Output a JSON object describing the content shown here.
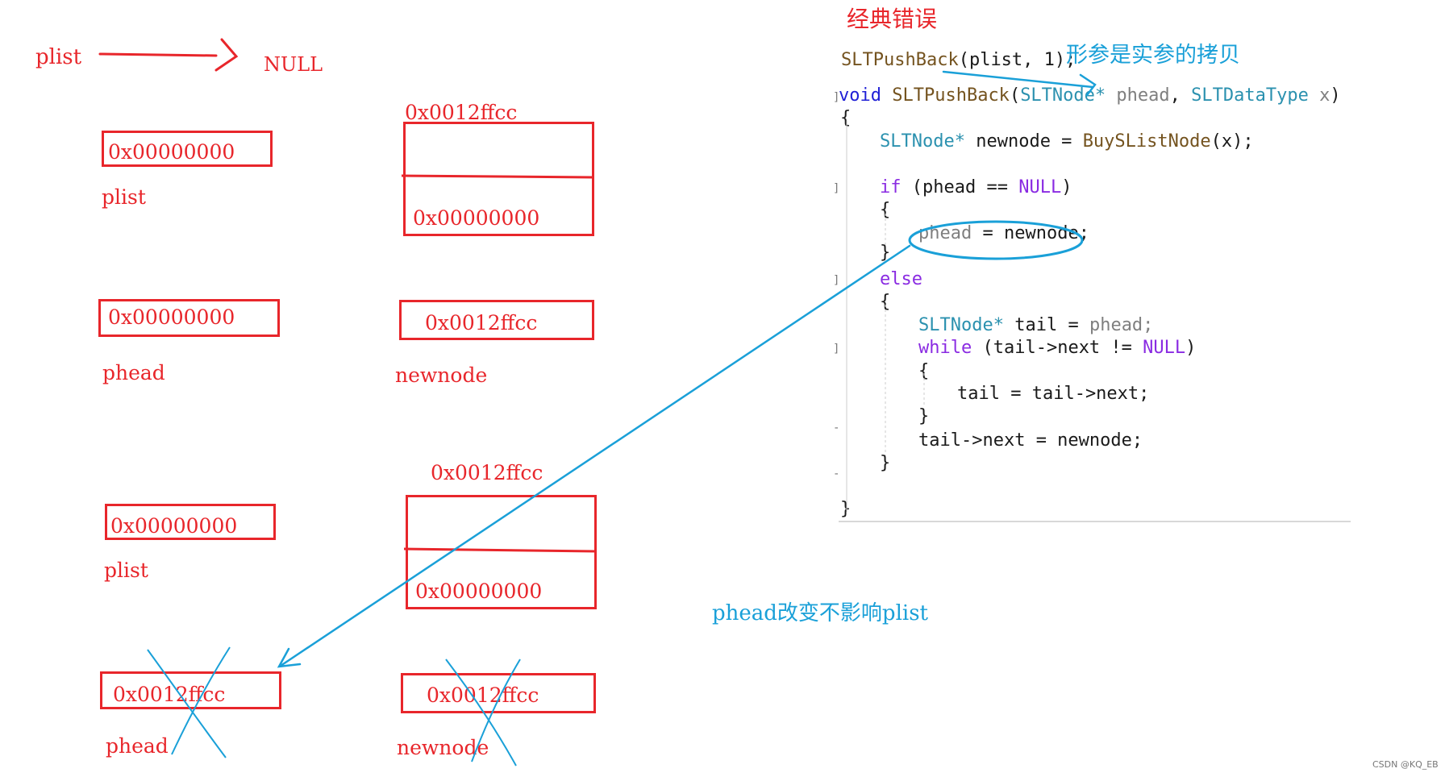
{
  "labels": {
    "plist_top": "plist",
    "null_top": "NULL",
    "plist_box1": "0x00000000",
    "plist_lbl1": "plist",
    "node_addr1": "0x0012ffcc",
    "node_next1": "0x00000000",
    "phead_box1": "0x00000000",
    "phead_lbl1": "phead",
    "newnode_box1": "0x0012ffcc",
    "newnode_lbl1": "newnode",
    "node_addr2": "0x0012ffcc",
    "node_next2": "0x00000000",
    "plist_box2": "0x00000000",
    "plist_lbl2": "plist",
    "phead_box2": "0x0012ffcc",
    "phead_lbl2": "phead",
    "newnode_box2": "0x0012ffcc",
    "newnode_lbl2": "newnode",
    "title": "经典错误",
    "copy_note": "形参是实参的拷贝",
    "effect_note": "phead改变不影响plist",
    "watermark": "CSDN @KQ_EB"
  },
  "code": {
    "call": {
      "fn": "SLTPushBack",
      "args": "(plist, 1);"
    },
    "sig": {
      "kw": "void",
      "fn": "SLTPushBack",
      "open": "(",
      "t1": "SLTNode*",
      "p1": "phead",
      "comma": ",",
      "t2": "SLTDataType",
      "p2": "x",
      "close": ")"
    },
    "lbrace1": "{",
    "decl": {
      "t": "SLTNode*",
      "v": "newnode =",
      "fn": "BuySListNode",
      "a": "(x);"
    },
    "if_line": {
      "kw": "if",
      "a": "(phead ==",
      "n": "NULL",
      "b": ")"
    },
    "lbrace2": "{",
    "assign": {
      "p": "phead",
      "rest": "= newnode;"
    },
    "rbrace2": "}",
    "else_kw": "else",
    "lbrace3": "{",
    "tail_decl": {
      "t": "SLTNode*",
      "v": "tail =",
      "p": "phead;"
    },
    "while_line": {
      "kw": "while",
      "a": "(tail->next !=",
      "n": "NULL",
      "b": ")"
    },
    "lbrace4": "{",
    "tail_step": "tail = tail->next;",
    "rbrace4": "}",
    "tail_link": "tail->next = newnode;",
    "rbrace3": "}",
    "rbrace1": "}"
  },
  "colors": {
    "red": "#e8262b",
    "blue": "#1aa0d8"
  }
}
